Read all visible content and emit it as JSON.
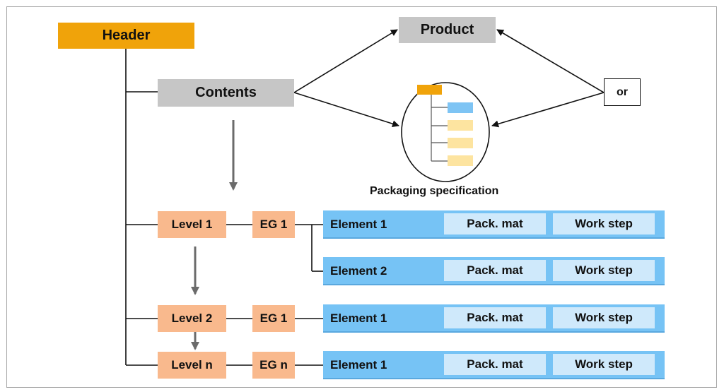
{
  "header": {
    "label": "Header"
  },
  "contents": {
    "label": "Contents"
  },
  "product": {
    "label": "Product"
  },
  "or_label": "or",
  "packaging_spec": {
    "caption": "Packaging specification"
  },
  "levels": [
    {
      "label": "Level 1"
    },
    {
      "label": "Level 2"
    },
    {
      "label": "Level n"
    }
  ],
  "element_groups": [
    {
      "label": "EG 1"
    },
    {
      "label": "EG 1"
    },
    {
      "label": "EG n"
    }
  ],
  "element_rows": [
    {
      "element": "Element 1",
      "pack_mat": "Pack. mat",
      "work_step": "Work step"
    },
    {
      "element": "Element 2",
      "pack_mat": "Pack. mat",
      "work_step": "Work step"
    },
    {
      "element": "Element 1",
      "pack_mat": "Pack. mat",
      "work_step": "Work step"
    },
    {
      "element": "Element 1",
      "pack_mat": "Pack. mat",
      "work_step": "Work step"
    }
  ],
  "colors": {
    "header": "#f0a30a",
    "grey_box": "#c6c6c6",
    "level_box": "#f9b98d",
    "element_band": "#76c3f5",
    "element_cell": "#cfe9fb",
    "icon_header": "#f0a30a",
    "icon_blue": "#7ec4f4",
    "icon_yellow": "#fde4a0"
  }
}
